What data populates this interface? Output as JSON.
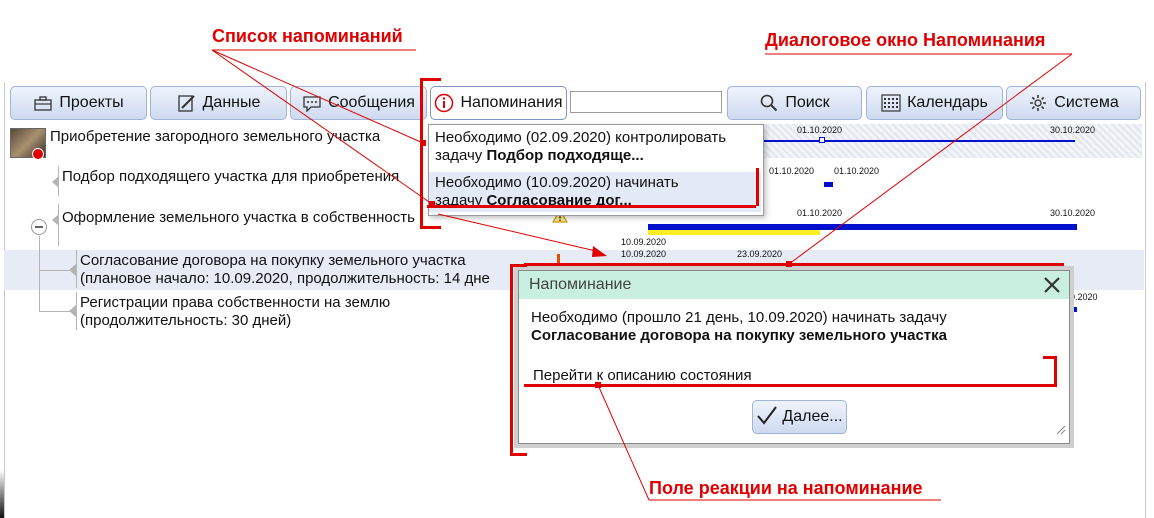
{
  "callouts": {
    "reminder_list": "Список напоминаний",
    "reminder_dialog": "Диалоговое окно Напоминания",
    "reaction_field": "Поле реакции на напоминание"
  },
  "toolbar": {
    "projects": "Проекты",
    "data": "Данные",
    "messages": "Сообщения",
    "reminders": "Напоминания",
    "search_value": "",
    "search": "Поиск",
    "calendar": "Календарь",
    "system": "Система"
  },
  "tasks": [
    {
      "label": "Приобретение загородного земельного участка"
    },
    {
      "label": "Подбор подходящего участка для приобретения"
    },
    {
      "label": "Оформление земельного участка в собственность"
    },
    {
      "line1": "Согласование договора на покупку земельного участка",
      "line2": "(плановое начало: 10.09.2020, продолжительность: 14 дне"
    },
    {
      "line1": "Регистрации права собственности на землю",
      "line2": "(продолжительность: 30 дней)"
    }
  ],
  "gantt_dates": {
    "d1": "01.10.2020",
    "d2": "30.10.2020",
    "d3": "01.10.2020",
    "d4": "01.10.2020",
    "d5": "01.10.2020",
    "d6": "30.10.2020",
    "d7": "10.09.2020",
    "d8": "10.09.2020",
    "d9": "23.09.2020",
    "d10": "0.2020"
  },
  "dropdown": {
    "item1_text": "Необходимо (02.09.2020) контролировать",
    "item1_prefix": "задачу ",
    "item1_task": "Подбор подходяще...",
    "item2_text": "Необходимо (10.09.2020) начинать",
    "item2_prefix": "задачу ",
    "item2_task": "Согласование дог..."
  },
  "dialog": {
    "title": "Напоминание",
    "message": "Необходимо (прошло 21 день, 10.09.2020) начинать  задачу",
    "task": "Согласование договора на покупку земельного участка",
    "link": "Перейти к описанию состояния",
    "next": "Далее..."
  },
  "colors": {
    "accent_red": "#e00000",
    "gantt_blue": "#0010cc",
    "gantt_yellow": "#ffee22",
    "dialog_title_bg": "#c8efe0"
  }
}
